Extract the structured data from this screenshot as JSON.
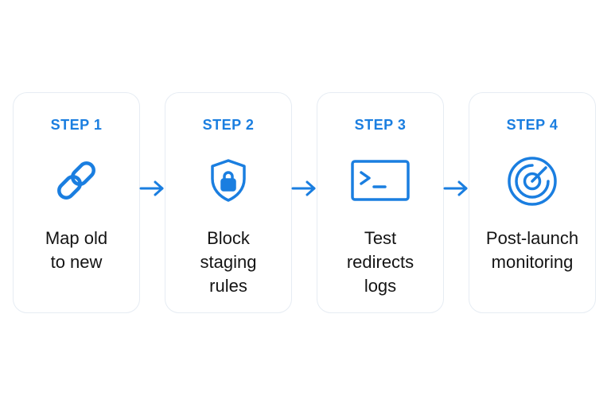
{
  "colors": {
    "accent": "#1a7ee0",
    "text": "#141414",
    "card_border": "#e6ecf3",
    "background": "#ffffff"
  },
  "steps": [
    {
      "step_label": "STEP 1",
      "icon": "link-icon",
      "text_lines": [
        "Map old",
        "to new"
      ]
    },
    {
      "step_label": "STEP 2",
      "icon": "shield-lock-icon",
      "text_lines": [
        "Block",
        "staging",
        "rules"
      ]
    },
    {
      "step_label": "STEP 3",
      "icon": "terminal-icon",
      "text_lines": [
        "Test",
        "redirects",
        "logs"
      ]
    },
    {
      "step_label": "STEP 4",
      "icon": "radar-icon",
      "text_lines": [
        "Post-launch",
        "monitoring"
      ]
    }
  ],
  "connectors": [
    "arrow-right-icon",
    "arrow-right-icon",
    "arrow-right-icon"
  ]
}
